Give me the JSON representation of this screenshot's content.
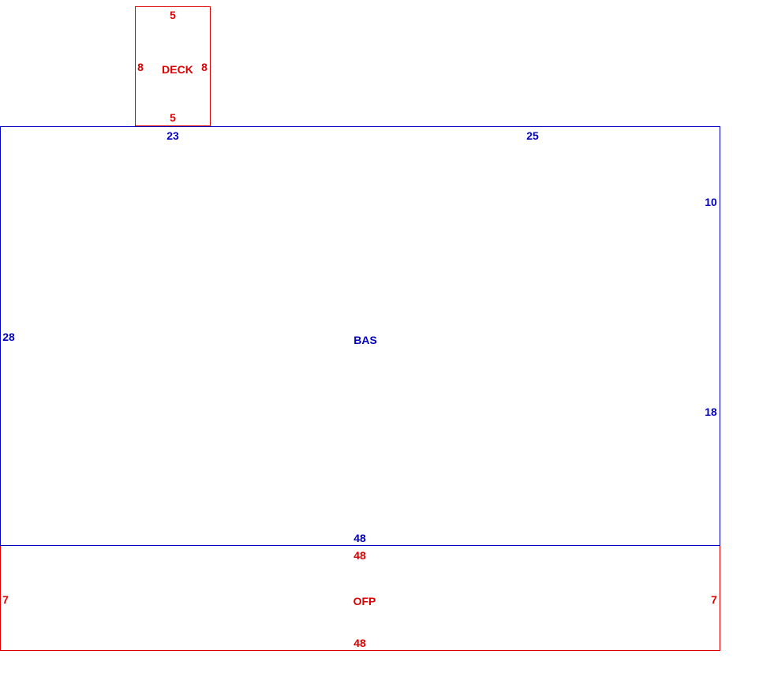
{
  "colors": {
    "red": "#dd0000",
    "blue": "#0000bb"
  },
  "areas": {
    "deck": {
      "label": "DECK",
      "dims": {
        "top": "5",
        "left": "8",
        "right": "8",
        "bottom": "5"
      }
    },
    "bas": {
      "label": "BAS",
      "dims": {
        "top_left": "23",
        "top_right": "25",
        "left": "28",
        "right_upper": "10",
        "right_lower": "18",
        "bottom": "48"
      }
    },
    "ofp": {
      "label": "OFP",
      "dims": {
        "top": "48",
        "left": "7",
        "right": "7",
        "bottom": "48"
      }
    }
  }
}
